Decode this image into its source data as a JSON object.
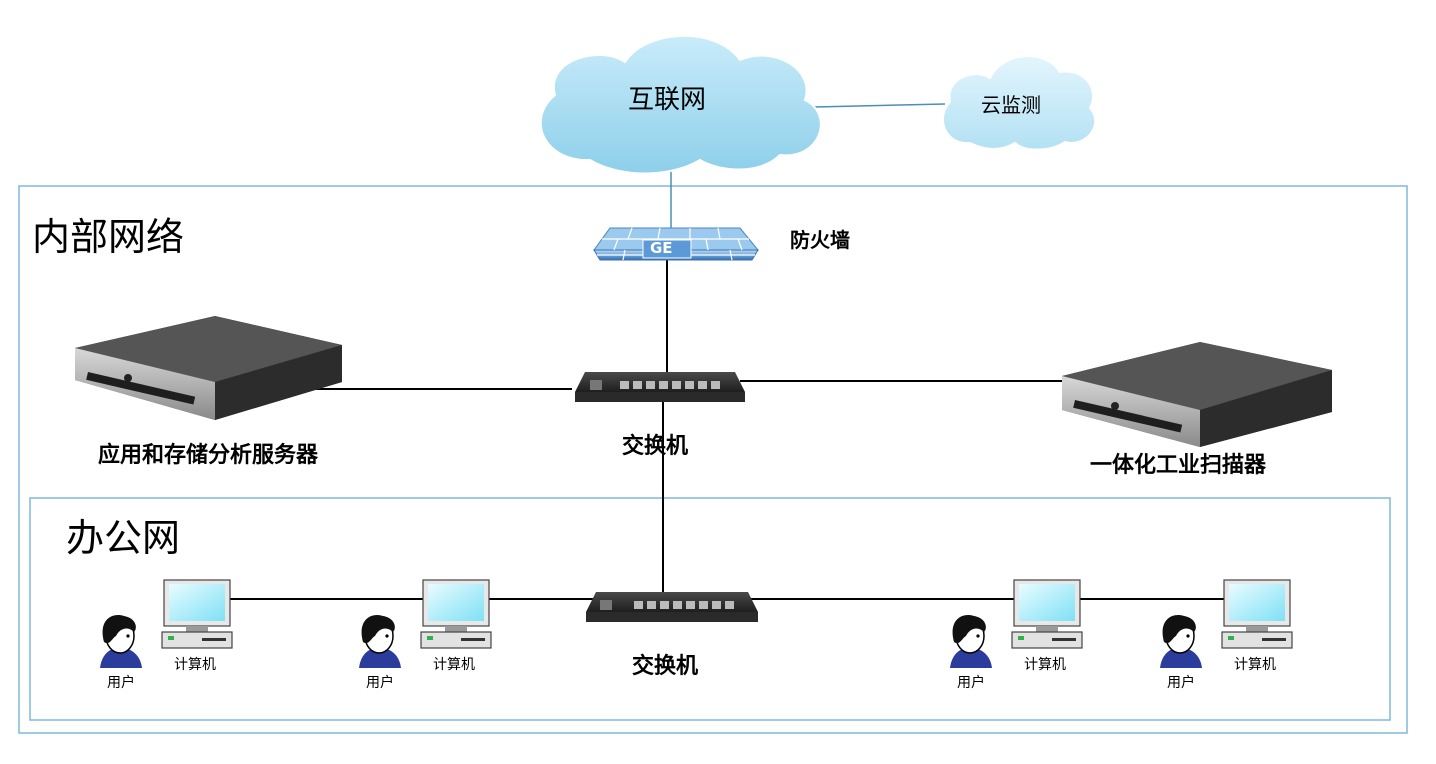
{
  "cloud_internet": {
    "label": "互联网"
  },
  "cloud_monitor": {
    "label": "云监测"
  },
  "zones": {
    "internal": {
      "title": "内部网络"
    },
    "office": {
      "title": "办公网"
    }
  },
  "firewall": {
    "label": "防火墙",
    "badge": "GE"
  },
  "core_switch": {
    "label": "交换机"
  },
  "office_switch": {
    "label": "交换机"
  },
  "servers": {
    "app_storage": {
      "label": "应用和存储分析服务器"
    },
    "scanner": {
      "label": "一体化工业扫描器"
    }
  },
  "workstations": [
    {
      "computer_label": "计算机",
      "user_label": "用户"
    },
    {
      "computer_label": "计算机",
      "user_label": "用户"
    },
    {
      "computer_label": "计算机",
      "user_label": "用户"
    },
    {
      "computer_label": "计算机",
      "user_label": "用户"
    }
  ],
  "colors": {
    "cloud_fill": "#a9dcf2",
    "zone_border": "#7fb8dc",
    "link_line": "#000000",
    "cloud_link": "#4a8fb5",
    "server_body": "#3c3c3c",
    "screen": "#bff0fb"
  }
}
